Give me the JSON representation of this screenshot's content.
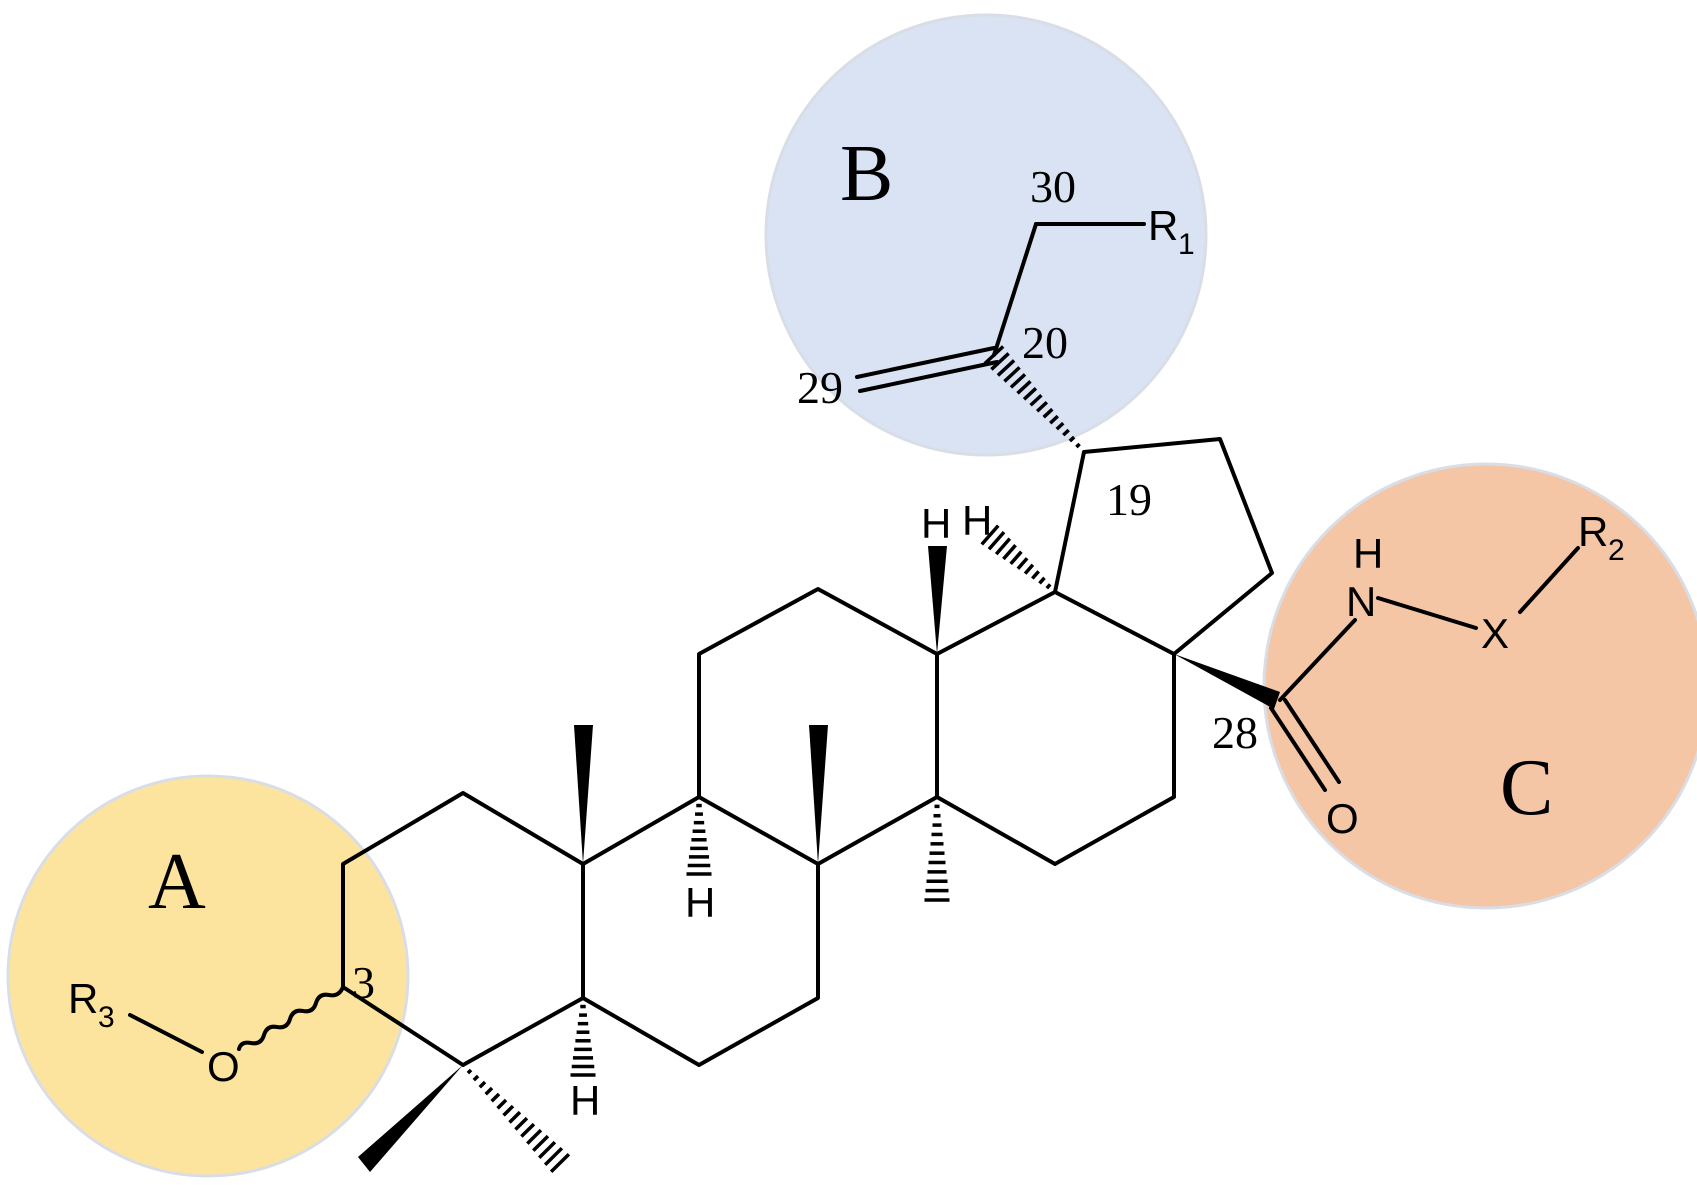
{
  "regions": [
    {
      "id": "A",
      "label": "A",
      "color": "#fde49e"
    },
    {
      "id": "B",
      "label": "B",
      "color": "#dae3f3"
    },
    {
      "id": "C",
      "label": "C",
      "color": "#f4c6a6"
    }
  ],
  "atom_numbers": {
    "c3": "3",
    "c19": "19",
    "c20": "20",
    "c28": "28",
    "c29": "29",
    "c30": "30"
  },
  "atoms": {
    "hydrogen": "H",
    "nitrogen": "N",
    "oxygen": "O",
    "x": "X",
    "r": "R"
  },
  "substituents": {
    "r1_index": "1",
    "r2_index": "2",
    "r3_index": "3"
  }
}
